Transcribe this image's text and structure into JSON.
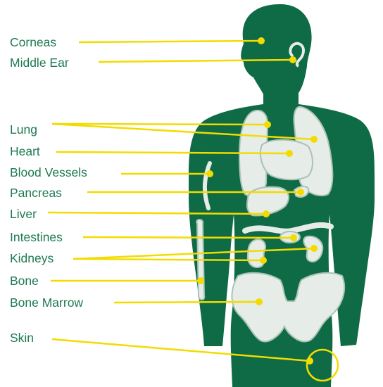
{
  "colors": {
    "body": "#0f6b45",
    "organ": "#e6ece8",
    "organ_edge": "#a9c3b5",
    "leader": "#f2dc00",
    "label": "#1d7a52"
  },
  "labels": [
    {
      "id": "corneas",
      "text": "Corneas"
    },
    {
      "id": "middle-ear",
      "text": "Middle Ear"
    },
    {
      "id": "lung",
      "text": "Lung"
    },
    {
      "id": "heart",
      "text": "Heart"
    },
    {
      "id": "blood-vessels",
      "text": "Blood Vessels"
    },
    {
      "id": "pancreas",
      "text": "Pancreas"
    },
    {
      "id": "liver",
      "text": "Liver"
    },
    {
      "id": "intestines",
      "text": "Intestines"
    },
    {
      "id": "kidneys",
      "text": "Kidneys"
    },
    {
      "id": "bone",
      "text": "Bone"
    },
    {
      "id": "bone-marrow",
      "text": "Bone Marrow"
    },
    {
      "id": "skin",
      "text": "Skin"
    }
  ]
}
